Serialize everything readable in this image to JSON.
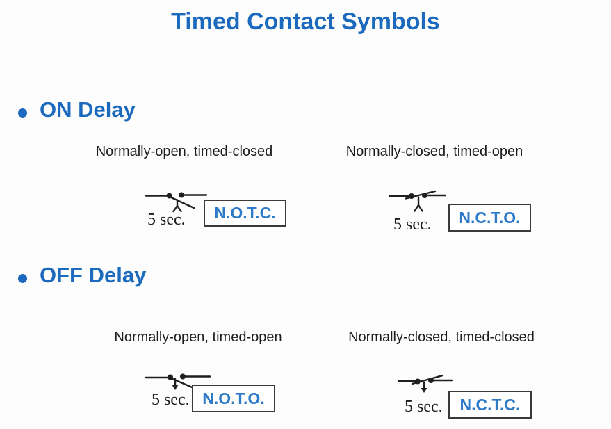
{
  "slide": {
    "title": "Timed Contact Symbols"
  },
  "colors": {
    "accent_blue": "#1b6abd",
    "tag_label_blue": "#2d7ac9",
    "ink": "#1c1c1c",
    "background": "#fdfdfd"
  },
  "sections": [
    {
      "heading": "ON Delay"
    },
    {
      "heading": "OFF Delay"
    }
  ],
  "diagrams": [
    {
      "caption": "Normally-open, timed-closed",
      "time_label": "5 sec.",
      "tag": "N.O.T.C.",
      "contact_type": "normally-open",
      "arrow_direction": "up"
    },
    {
      "caption": "Normally-closed, timed-open",
      "time_label": "5 sec.",
      "tag": "N.C.T.O.",
      "contact_type": "normally-closed",
      "arrow_direction": "up"
    },
    {
      "caption": "Normally-open, timed-open",
      "time_label": "5 sec.",
      "tag": "N.O.T.O.",
      "contact_type": "normally-open",
      "arrow_direction": "down"
    },
    {
      "caption": "Normally-closed, timed-closed",
      "time_label": "5 sec.",
      "tag": "N.C.T.C.",
      "contact_type": "normally-closed",
      "arrow_direction": "down"
    }
  ]
}
